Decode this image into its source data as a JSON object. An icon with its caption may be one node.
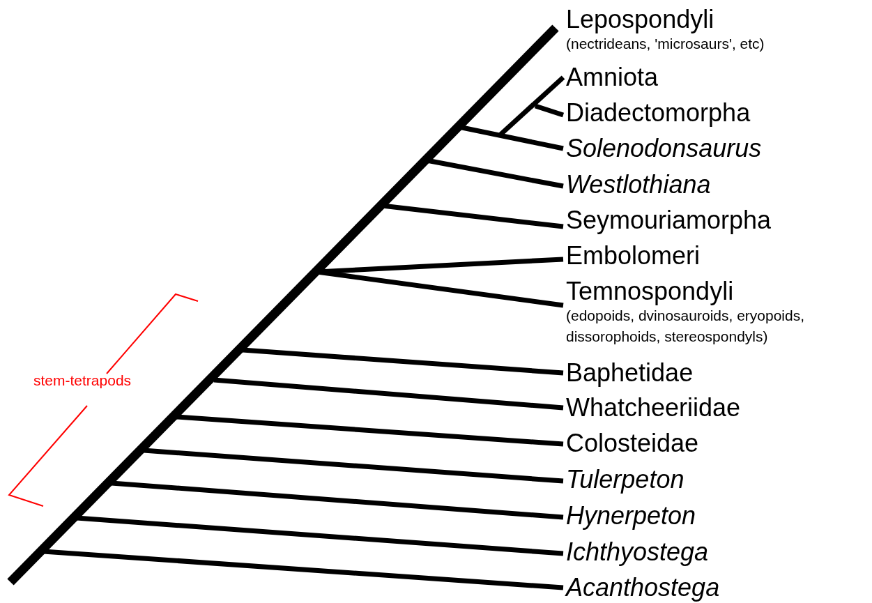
{
  "diagram": {
    "nodes": [
      {
        "text": [
          "Lepospondyli",
          "(nectrideans, 'microsaurs', etc)"
        ]
      },
      {
        "text": [
          "Amniota"
        ]
      },
      {
        "text": [
          "Diadectomorpha"
        ]
      },
      {
        "text": [
          "Solenodonsaurus"
        ]
      },
      {
        "text": [
          "Westlothiana"
        ]
      },
      {
        "text": [
          "Seymouriamorpha"
        ]
      },
      {
        "text": [
          "Embolomeri"
        ]
      },
      {
        "text": [
          "Temnospondyli",
          "(edopoids, dvinosauroids, eryopoids, dissorophoids, stereospondyls)"
        ]
      },
      {
        "text": [
          "Baphetidae"
        ]
      },
      {
        "text": [
          "Whatcheeriidae"
        ]
      },
      {
        "text": [
          "Colosteidae"
        ]
      },
      {
        "text": [
          "Tulerpeton"
        ]
      },
      {
        "text": [
          "Hynerpeton"
        ]
      },
      {
        "text": [
          "Ichthyostega"
        ]
      },
      {
        "text": [
          "Acanthostega"
        ]
      }
    ],
    "edges": [
      {
        "from": null,
        "to": 0,
        "arrow": "none",
        "style": "thick"
      },
      {
        "from": null,
        "to": 1,
        "arrow": "none"
      },
      {
        "from": null,
        "to": 2,
        "arrow": "none"
      },
      {
        "from": null,
        "to": 3,
        "arrow": "none"
      },
      {
        "from": null,
        "to": 4,
        "arrow": "none"
      },
      {
        "from": null,
        "to": 5,
        "arrow": "none"
      },
      {
        "from": null,
        "to": 6,
        "arrow": "none"
      },
      {
        "from": null,
        "to": 7,
        "arrow": "none"
      },
      {
        "from": null,
        "to": 8,
        "arrow": "none"
      },
      {
        "from": null,
        "to": 9,
        "arrow": "none"
      },
      {
        "from": null,
        "to": 10,
        "arrow": "none"
      },
      {
        "from": null,
        "to": 11,
        "arrow": "none"
      },
      {
        "from": null,
        "to": 12,
        "arrow": "none"
      },
      {
        "from": null,
        "to": 13,
        "arrow": "none"
      },
      {
        "from": null,
        "to": 14,
        "arrow": "none"
      }
    ],
    "labels": [
      "stem-tetrapods"
    ]
  }
}
